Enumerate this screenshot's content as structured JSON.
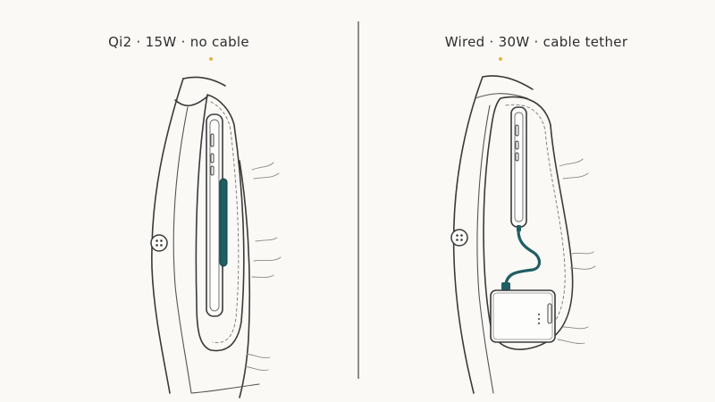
{
  "panels": [
    {
      "id": "qi2",
      "caption": "Qi2 · 15W · no cable"
    },
    {
      "id": "wired",
      "caption": "Wired · 30W · cable tether"
    }
  ],
  "colors": {
    "accent_dot": "#e8b23a",
    "charger_teal": "#1f5e63",
    "ink": "#3a3a3a",
    "background": "#faf9f6"
  },
  "icons": [
    "jacket-pocket",
    "phone",
    "magsafe-puck",
    "usb-cable",
    "power-bank",
    "button"
  ]
}
